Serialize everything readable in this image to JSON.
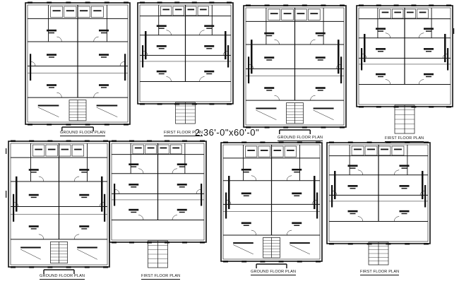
{
  "drawing": {
    "title": "2.36'-0\"x60'-0\"",
    "captions": [
      "GROUND FLOOR PLAN",
      "FIRST FLOOR PLAN",
      "GROUND FLOOR PLAN",
      "FIRST FLOOR PLAN",
      "GROUND FLOOR PLAN",
      "FIRST FLOOR PLAN",
      "GROUND FLOOR PLAN",
      "FIRST FLOOR PLAN"
    ],
    "colors": {
      "line": "#111111",
      "background": "#ffffff"
    }
  }
}
